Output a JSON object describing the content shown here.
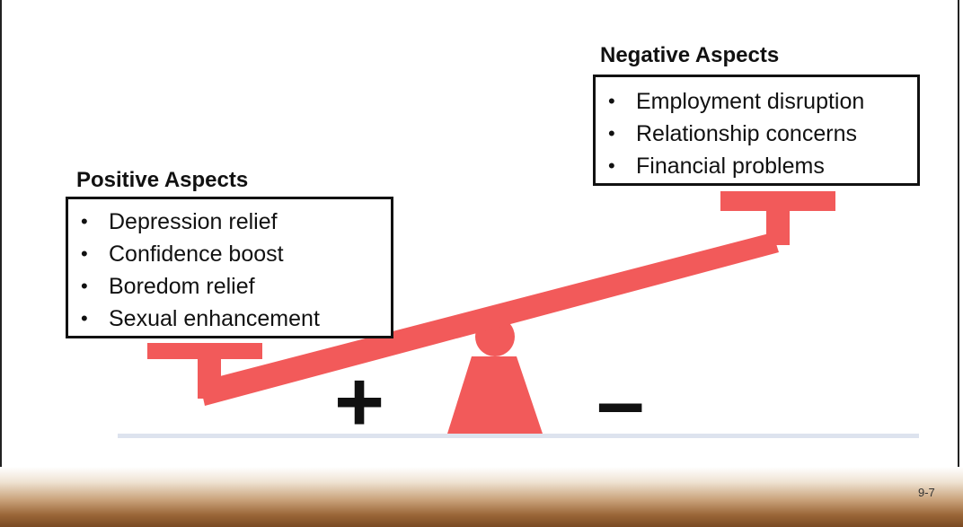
{
  "positive": {
    "heading": "Positive Aspects",
    "items": [
      "Depression relief",
      "Confidence boost",
      "Boredom relief",
      "Sexual enhancement"
    ]
  },
  "negative": {
    "heading": "Negative Aspects",
    "items": [
      "Employment disruption",
      "Relationship concerns",
      "Financial problems"
    ]
  },
  "symbols": {
    "plus": "+",
    "minus": "–"
  },
  "bullet": "•",
  "page_number": "9-7",
  "colors": {
    "seesaw": "#f25a5a",
    "baseline": "#dde3ee",
    "text": "#111111",
    "footer_dark": "#7a4a22"
  }
}
